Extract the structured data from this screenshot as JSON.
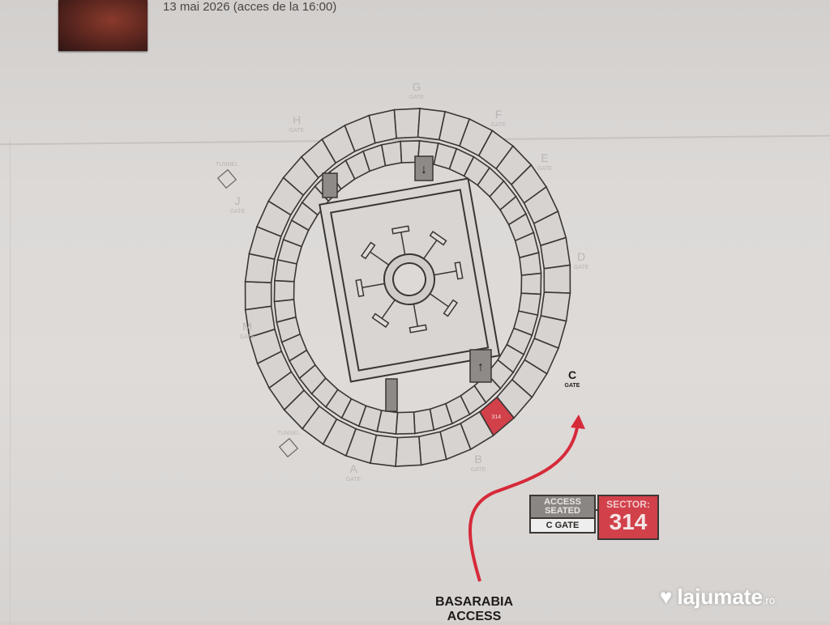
{
  "ticket": {
    "date_line": "13 mai 2026 (acces de la 16:00)"
  },
  "map": {
    "gates": [
      {
        "letter": "G",
        "label": "GATE"
      },
      {
        "letter": "F",
        "label": "GATE"
      },
      {
        "letter": "E",
        "label": "GATE"
      },
      {
        "letter": "D",
        "label": "GATE"
      },
      {
        "letter": "C",
        "label": "GATE"
      },
      {
        "letter": "B",
        "label": "GATE"
      },
      {
        "letter": "A",
        "label": "GATE"
      },
      {
        "letter": "M",
        "label": "GATE"
      },
      {
        "letter": "J",
        "label": "GATE"
      },
      {
        "letter": "H",
        "label": "GATE"
      }
    ],
    "tunnels": [
      "TUNNEL",
      "TUNNEL"
    ],
    "highlighted_sector": "314",
    "highlight_color": "#d2404a",
    "route_color": "#d62a3a"
  },
  "access": {
    "type": "ACCESS SEATED",
    "gate": "C GATE",
    "sector_label": "SECTOR:",
    "sector_number": "314"
  },
  "entrance": {
    "line1": "BASARABIA",
    "line2": "ACCESS"
  },
  "watermark": {
    "brand": "lajumate",
    "tld": ".ro"
  }
}
